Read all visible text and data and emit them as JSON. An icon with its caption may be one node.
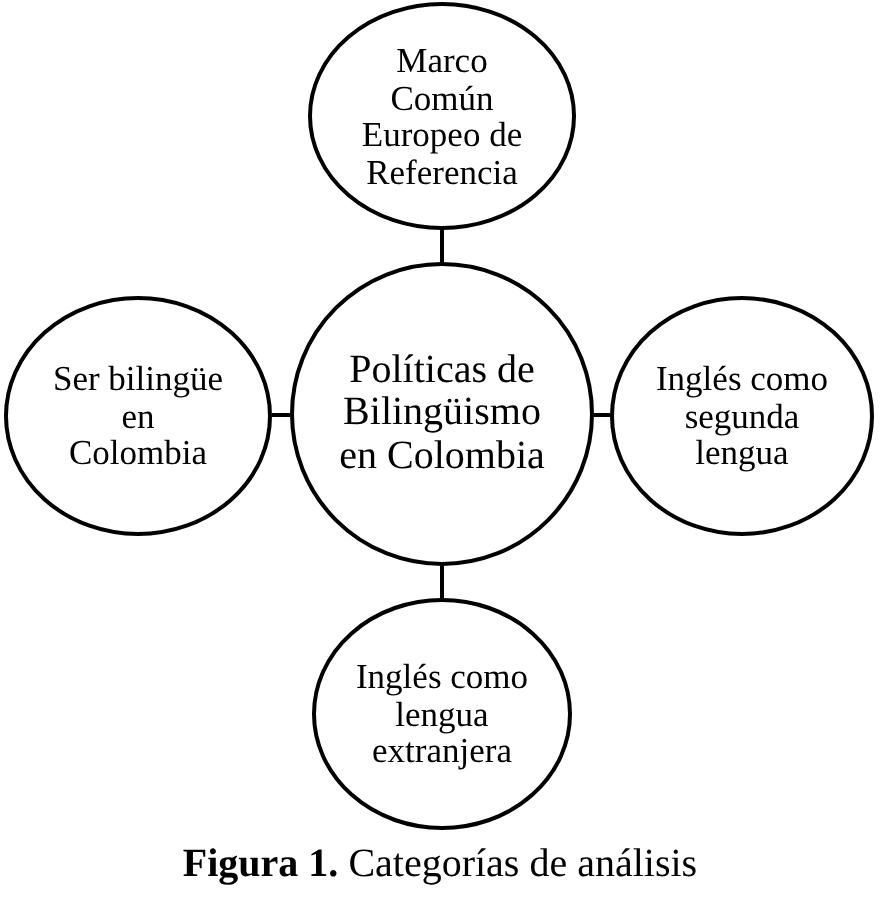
{
  "diagram": {
    "caption": "**Figura 1.** Categorías de análisis",
    "nodes": [
      {
        "text": [
          "Marco Común Europeo de Referencia"
        ]
      },
      {
        "text": [
          "Ser bilingüe en Colombia"
        ]
      },
      {
        "text": [
          "Políticas de Bilingüismo en Colombia"
        ]
      },
      {
        "text": [
          "Inglés como segunda lengua"
        ]
      },
      {
        "text": [
          "Inglés como lengua extranjera"
        ]
      }
    ],
    "edges": [
      {
        "from": 2,
        "to": 0,
        "arrow": "none"
      },
      {
        "from": 2,
        "to": 1,
        "arrow": "none"
      },
      {
        "from": 2,
        "to": 3,
        "arrow": "none"
      },
      {
        "from": 2,
        "to": 4,
        "arrow": "none"
      }
    ]
  }
}
